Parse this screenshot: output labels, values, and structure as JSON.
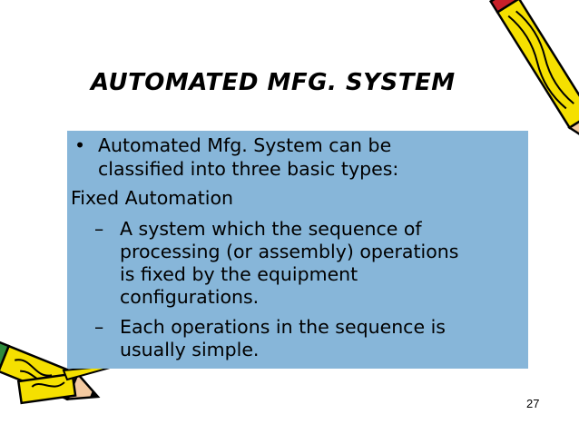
{
  "slide": {
    "title": "AUTOMATED MFG. SYSTEM",
    "bullet_marker": "•",
    "dash_marker": "–",
    "bullet_1": {
      "line_1": "Automated Mfg. System can be",
      "line_2": "classified into three basic types:"
    },
    "heading": "Fixed Automation",
    "sub_1": {
      "line_1": "A system which the sequence of",
      "line_2": "processing  (or assembly) operations",
      "line_3": "is fixed by the equipment",
      "line_4": "configurations."
    },
    "sub_2": {
      "line_1": "Each operations in the sequence is",
      "line_2": "usually simple."
    },
    "page_number": "27"
  },
  "colors": {
    "content_box": "#87b6d9",
    "pencil_body": "#f5e000",
    "pencil_band": "#c8202a",
    "pencil_tip": "#f3c9a0"
  },
  "icons": [
    "pencil-icon-top-right",
    "pencil-icon-bottom-left"
  ]
}
